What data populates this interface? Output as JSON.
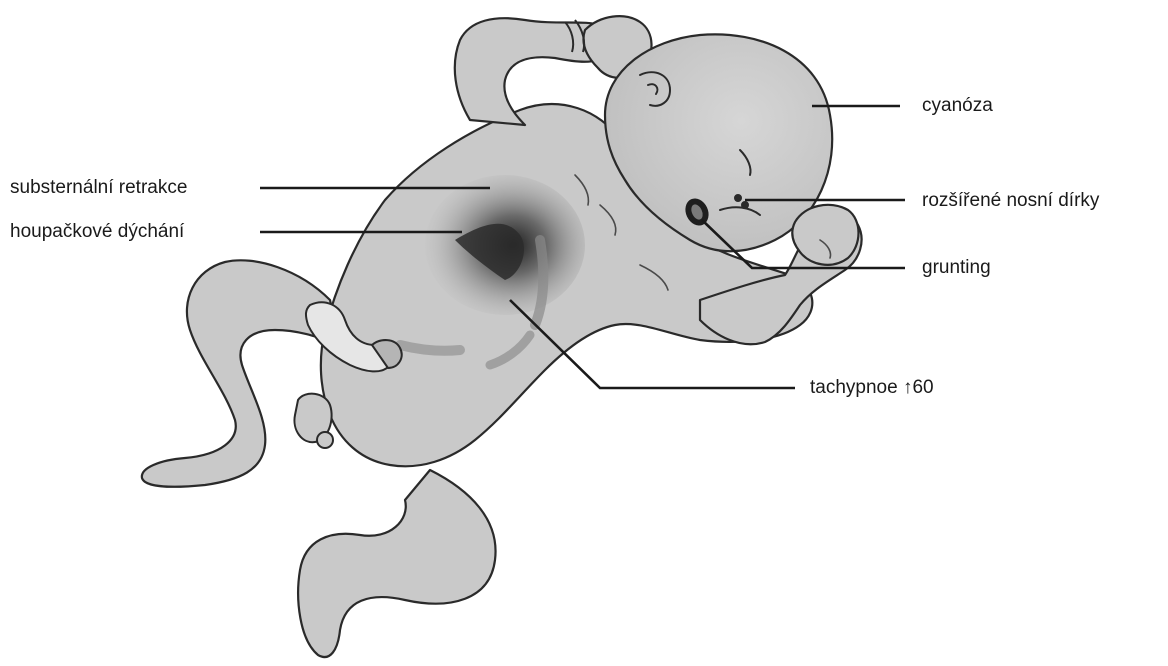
{
  "labels": {
    "cyanosis": "cyanóza",
    "substernal_retraction": "substernální retrakce",
    "seesaw_breathing": "houpačkové dýchání",
    "nasal_flaring": "rozšířené nosní dírky",
    "grunting": "grunting",
    "tachypnea": "tachypnoe ↑60"
  },
  "colors": {
    "skin": "#c9c9c9",
    "outline": "#2a2a2a",
    "leader_line": "#1a1a1a",
    "chest_shadow": "#4a4a4a"
  },
  "illustration": "newborn-infant-with-respiratory-distress-signs"
}
